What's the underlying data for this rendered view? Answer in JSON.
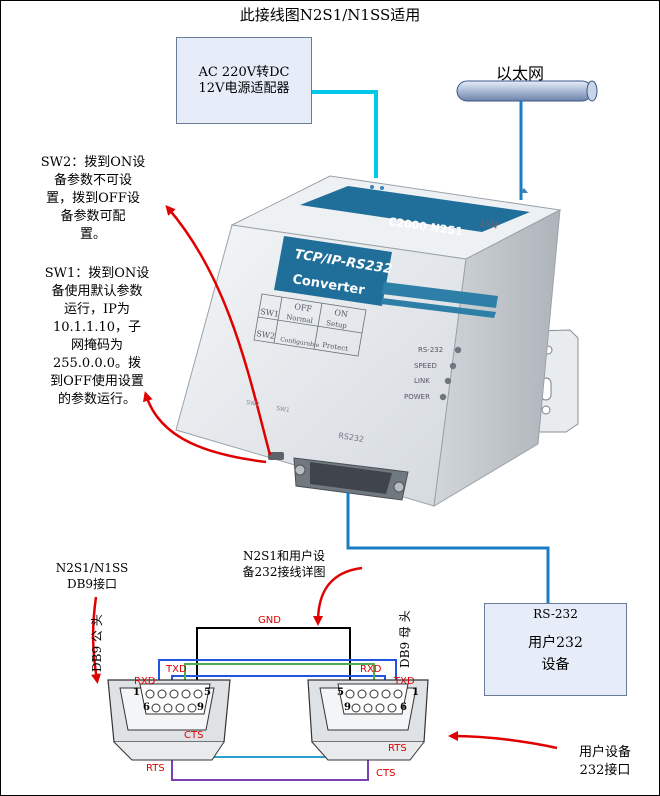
{
  "diagram": {
    "title": "此接线图N2S1/N1SS适用",
    "adapter_box": {
      "line1": "AC 220V转DC",
      "line2": "12V电源适配器"
    },
    "ethernet_label": "以太网",
    "device": {
      "model": "C2000 N2S1",
      "net_label": "NET",
      "brand_line1": "TCP/IP-RS232",
      "brand_line2": "Converter",
      "table": {
        "header_off": "OFF",
        "header_on": "ON",
        "row1_name": "SW1",
        "row1_off": "Normal",
        "row1_on": "Setup",
        "row2_name": "SW2",
        "row2_off": "Configurable",
        "row2_on": "Protect"
      },
      "leds": [
        "RS-232",
        "SPEED",
        "LINK",
        "POWER"
      ],
      "port_label": "RS232",
      "sw2_tiny": "SW2",
      "sw1_tiny": "SW1"
    },
    "sw2_note": [
      "SW2：拨到ON设",
      "备参数不可设",
      "置，拨到OFF设",
      "备参数可配",
      "置。"
    ],
    "sw1_note": [
      "SW1：拨到ON设",
      "备使用默认参数",
      "运行，IP为",
      "10.1.1.10，子",
      "网掩码为",
      "255.0.0.0。拨",
      "到OFF使用设置",
      "的参数运行。"
    ],
    "db9_label": [
      "N2S1/N1SS",
      "DB9接口"
    ],
    "wiring_label": [
      "N2S1和用户设",
      "备232接线详图"
    ],
    "user_device_box": {
      "label": "RS-232",
      "name_line1": "用户232",
      "name_line2": "设备"
    },
    "user_port_label": [
      "用户设备",
      "232接口"
    ],
    "male_label": "DB9 公 头",
    "female_label": "DB9 母 头",
    "signals": {
      "gnd": "GND",
      "txd_left": "TXD",
      "rxd_left": "RXD",
      "cts_left": "CTS",
      "rts_left": "RTS",
      "rxd_right": "RXD",
      "txd_right": "TXD",
      "rts_right": "RTS",
      "cts_right": "CTS"
    },
    "male_pins": {
      "top_left": "1",
      "top_right": "5",
      "bottom_left": "6",
      "bottom_right": "9"
    },
    "female_pins": {
      "top_left": "5",
      "top_right": "1",
      "bottom_left": "9",
      "bottom_right": "6"
    },
    "colors": {
      "power_cable": "#00c8e8",
      "ethernet_cable": "#1a7cc4",
      "serial_cable": "#1a7cc4",
      "arrow": "#e00000",
      "gnd_wire": "#000000",
      "txd_wire": "#2255dd",
      "rxd_wire": "#4caf50",
      "cts_wire": "#2aa0d0",
      "rts_wire": "#7a3fb0",
      "box_fill": "#e6edf8"
    }
  }
}
